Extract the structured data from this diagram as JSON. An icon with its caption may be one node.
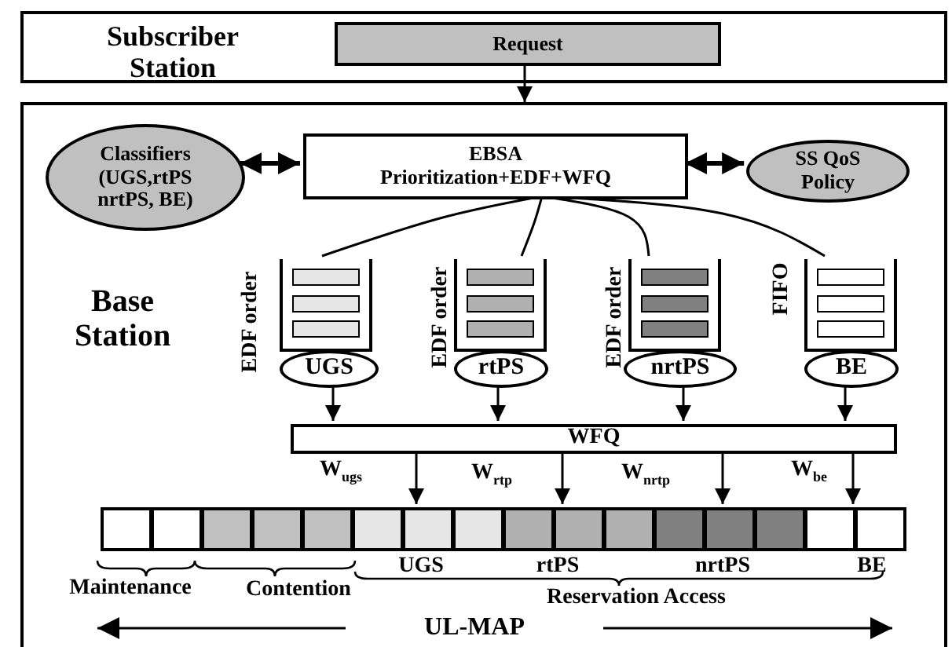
{
  "diagram": {
    "nodes": [
      {
        "text": [
          "Subscriber Station"
        ]
      },
      {
        "text": [
          "Request"
        ],
        "in": 0
      },
      {
        "text": [
          "Base Station"
        ]
      },
      {
        "text": [
          "Classifiers (UGS,rtPS nrtPS, BE)"
        ],
        "in": 2
      },
      {
        "text": [
          "EBSA",
          "Prioritization+EDF+WFQ"
        ],
        "in": 2
      },
      {
        "text": [
          "SS QoS Policy"
        ],
        "in": 2
      },
      {
        "text": [],
        "shape": "box",
        "beside": [
          "EDF order"
        ],
        "in": 2
      },
      {
        "text": [
          "UGS"
        ],
        "in": 2
      },
      {
        "text": [],
        "shape": "box",
        "beside": [
          "EDF order"
        ],
        "in": 2
      },
      {
        "text": [
          "rtPS"
        ],
        "in": 2
      },
      {
        "text": [],
        "shape": "box",
        "beside": [
          "EDF order"
        ],
        "in": 2
      },
      {
        "text": [
          "nrtPS"
        ],
        "in": 2
      },
      {
        "text": [],
        "shape": "box",
        "beside": [
          "FIFO"
        ],
        "in": 2
      },
      {
        "text": [
          "BE"
        ],
        "in": 2
      },
      {
        "text": [
          "WFQ"
        ],
        "in": 2
      },
      {
        "text": [],
        "shape": "box",
        "in": 2
      },
      {
        "text": [],
        "shape": "box",
        "in": 2
      },
      {
        "text": [],
        "shape": "box",
        "in": 2
      },
      {
        "text": [],
        "shape": "box",
        "in": 2
      },
      {
        "text": [],
        "shape": "box",
        "in": 2
      },
      {
        "text": [],
        "shape": "box",
        "in": 2
      },
      {
        "text": [],
        "shape": "box",
        "in": 2
      },
      {
        "text": [],
        "shape": "box",
        "in": 2
      },
      {
        "text": [],
        "shape": "box",
        "in": 2
      },
      {
        "text": [],
        "shape": "box",
        "in": 2
      },
      {
        "text": [],
        "shape": "box",
        "in": 2
      },
      {
        "text": [],
        "shape": "box",
        "in": 2
      },
      {
        "text": [],
        "shape": "box",
        "in": 2
      },
      {
        "text": [],
        "shape": "box",
        "in": 2
      },
      {
        "text": [],
        "shape": "box",
        "in": 2
      },
      {
        "text": [],
        "shape": "box",
        "in": 2
      }
    ],
    "edges": [
      {
        "from": 1,
        "to": 2,
        "arrow": "to"
      },
      {
        "from": 3,
        "to": 4,
        "arrow": "both",
        "style": "thick"
      },
      {
        "from": 4,
        "to": 5,
        "arrow": "both",
        "style": "thick"
      },
      {
        "from": 4,
        "to": 6,
        "arrow": "none"
      },
      {
        "from": 4,
        "to": 8,
        "arrow": "none"
      },
      {
        "from": 4,
        "to": 10,
        "arrow": "none"
      },
      {
        "from": 4,
        "to": 12,
        "arrow": "none"
      },
      {
        "from": 7,
        "to": 14,
        "arrow": "to"
      },
      {
        "from": 9,
        "to": 14,
        "arrow": "to"
      },
      {
        "from": 11,
        "to": 14,
        "arrow": "to"
      },
      {
        "from": 13,
        "to": 14,
        "arrow": "to"
      },
      {
        "from": 14,
        "to": 21,
        "arrow": "to"
      },
      {
        "from": 14,
        "to": 24,
        "arrow": "to"
      },
      {
        "from": 14,
        "to": 27,
        "arrow": "to"
      },
      {
        "from": 14,
        "to": 30,
        "arrow": "to"
      }
    ],
    "labels": [
      "W$_{ugs}$",
      "W$_{rtp}$",
      "W$_{nrtp}$",
      "W$_{be}$",
      "UGS",
      "rtPS",
      "nrtPS",
      "BE",
      "Maintenance",
      "Contention",
      "Reservation Access",
      "UL-MAP"
    ]
  }
}
